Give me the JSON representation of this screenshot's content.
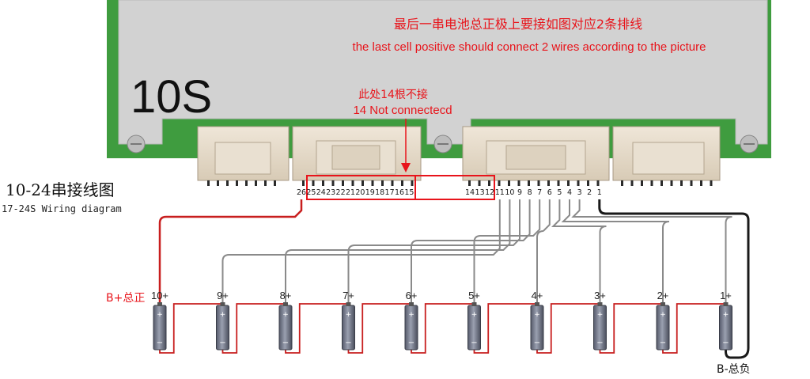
{
  "board": {
    "label": "10S",
    "colors": {
      "panel": "#cfcfcf",
      "pcb": "#3a9a3e",
      "wire_red": "#c81e1e",
      "wire_gray": "#8a8a8a",
      "wire_black": "#1a1a1a"
    }
  },
  "notes": {
    "top_cn": "最后一串电池总正极上要接如图对应2条排线",
    "top_en": "the last cell positive should connect 2 wires according to the picture",
    "mid_cn": "此处14根不接",
    "mid_en": "14 Not connectecd"
  },
  "diagram": {
    "title_cn": "10-24串接线图",
    "title_en": "17-24S Wiring diagram"
  },
  "pins": {
    "left": [
      "26",
      "25",
      "24",
      "23",
      "22",
      "21",
      "20",
      "19",
      "18",
      "17",
      "16",
      "15"
    ],
    "right": [
      "14",
      "13",
      "12",
      "11",
      "10",
      "9",
      "8",
      "7",
      "6",
      "5",
      "4",
      "3",
      "2",
      "1"
    ]
  },
  "cells": [
    "10+",
    "9+",
    "8+",
    "7+",
    "6+",
    "5+",
    "4+",
    "3+",
    "2+",
    "1+"
  ],
  "terminals": {
    "b_plus": "B+总正",
    "b_minus": "B-总负"
  }
}
